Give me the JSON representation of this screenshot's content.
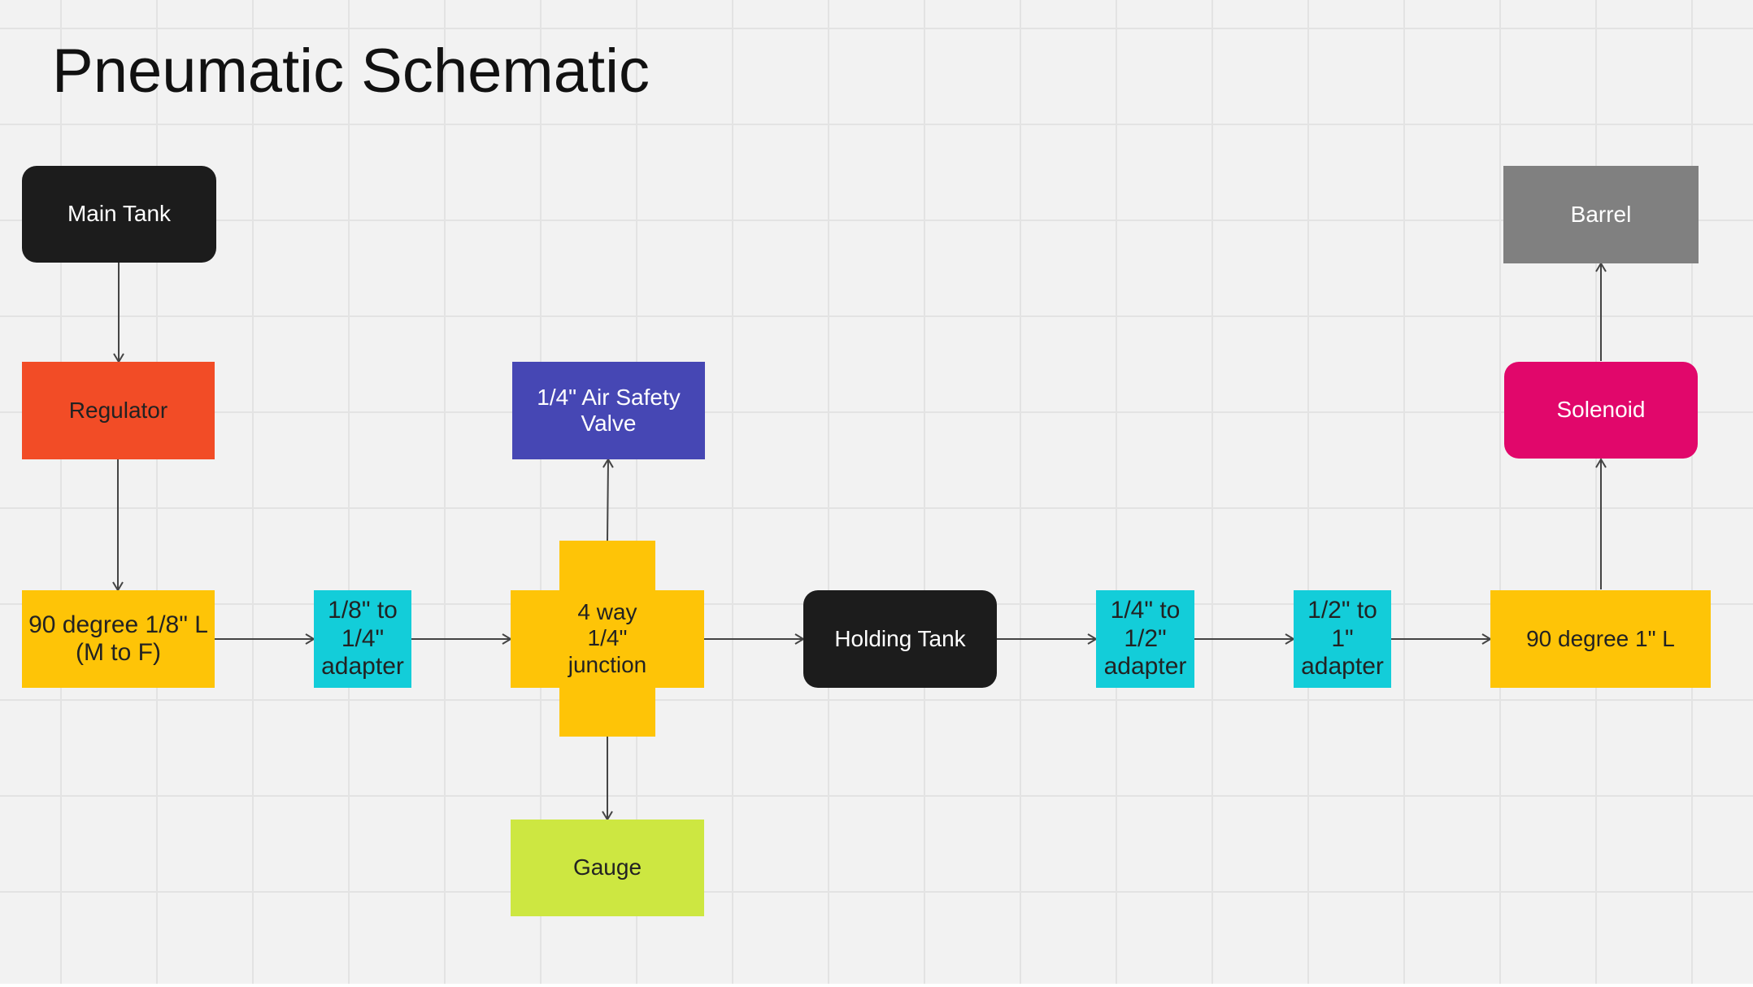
{
  "title": "Pneumatic Schematic",
  "colors": {
    "black": "#1c1c1c",
    "red": "#f24c26",
    "yellow": "#fec407",
    "cyan": "#13cdd9",
    "blue": "#4647b4",
    "lime": "#cde741",
    "magenta": "#e1076b",
    "gray": "#808080"
  },
  "nodes": {
    "main_tank": "Main Tank",
    "regulator": "Regulator",
    "elbow_eighth": "90 degree 1/8\" L\n(M to F)",
    "adapter_eighth_quarter": "1/8\" to\n1/4\"\nadapter",
    "junction": "4 way\n1/4\"\njunction",
    "safety_valve": "1/4\" Air Safety\nValve",
    "gauge": "Gauge",
    "holding_tank": "Holding Tank",
    "adapter_quarter_half": "1/4\" to\n1/2\"\nadapter",
    "adapter_half_one": "1/2\" to\n1\"\nadapter",
    "elbow_one": "90 degree 1\" L",
    "solenoid": "Solenoid",
    "barrel": "Barrel"
  },
  "edges": [
    [
      "main_tank",
      "regulator"
    ],
    [
      "regulator",
      "elbow_eighth"
    ],
    [
      "elbow_eighth",
      "adapter_eighth_quarter"
    ],
    [
      "adapter_eighth_quarter",
      "junction"
    ],
    [
      "junction",
      "safety_valve"
    ],
    [
      "junction",
      "gauge"
    ],
    [
      "junction",
      "holding_tank"
    ],
    [
      "holding_tank",
      "adapter_quarter_half"
    ],
    [
      "adapter_quarter_half",
      "adapter_half_one"
    ],
    [
      "adapter_half_one",
      "elbow_one"
    ],
    [
      "elbow_one",
      "solenoid"
    ],
    [
      "solenoid",
      "barrel"
    ]
  ]
}
